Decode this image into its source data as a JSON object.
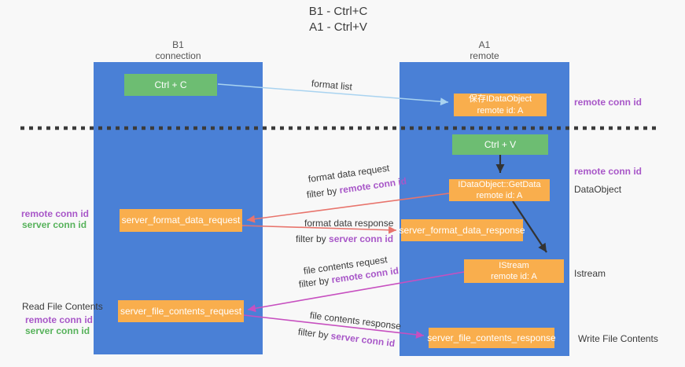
{
  "title": {
    "line1": "B1 - Ctrl+C",
    "line2": "A1 - Ctrl+V"
  },
  "columns": {
    "left": {
      "name": "B1",
      "sub": "connection"
    },
    "right": {
      "name": "A1",
      "sub": "remote"
    }
  },
  "nodes": {
    "ctrl_c": {
      "label": "Ctrl + C"
    },
    "ctrl_v": {
      "label": "Ctrl + V"
    },
    "save_idataobject": {
      "line1": "保存IDataObject",
      "line2": "remote id: A"
    },
    "idataobject_getdata": {
      "line1": "IDataObject::GetData",
      "line2": "remote id: A"
    },
    "istream": {
      "line1": "IStream",
      "line2": "remote id: A"
    },
    "server_format_data_request": {
      "label": "server_format_data_request"
    },
    "server_format_data_response": {
      "label": "server_format_data_response"
    },
    "server_file_contents_request": {
      "label": "server_file_contents_request"
    },
    "server_file_contents_response": {
      "label": "server_file_contents_response"
    }
  },
  "arrow_labels": {
    "format_list": "format list",
    "format_data_request": "format data request",
    "format_data_response": "format data response",
    "file_contents_request": "file contents request",
    "file_contents_response": "file contents response",
    "filter_by": "filter by ",
    "remote_conn_id": "remote conn id",
    "server_conn_id": "server conn id"
  },
  "side_labels": {
    "remote_conn_id": "remote conn id",
    "server_conn_id": "server conn id",
    "dataobject": "DataObject",
    "istream": "Istream",
    "read_file_contents": "Read File Contents",
    "write_file_contents": "Write File Contents"
  },
  "colors": {
    "lane_blue": "#4a80d6",
    "node_green": "#6dbd72",
    "node_orange": "#f9ae4d",
    "arrow_light_blue": "#a9d3f0",
    "arrow_red": "#e8746c",
    "arrow_magenta": "#c750c0",
    "arrow_black": "#333333",
    "label_purple": "#a857c8",
    "label_green": "#57b25b"
  }
}
